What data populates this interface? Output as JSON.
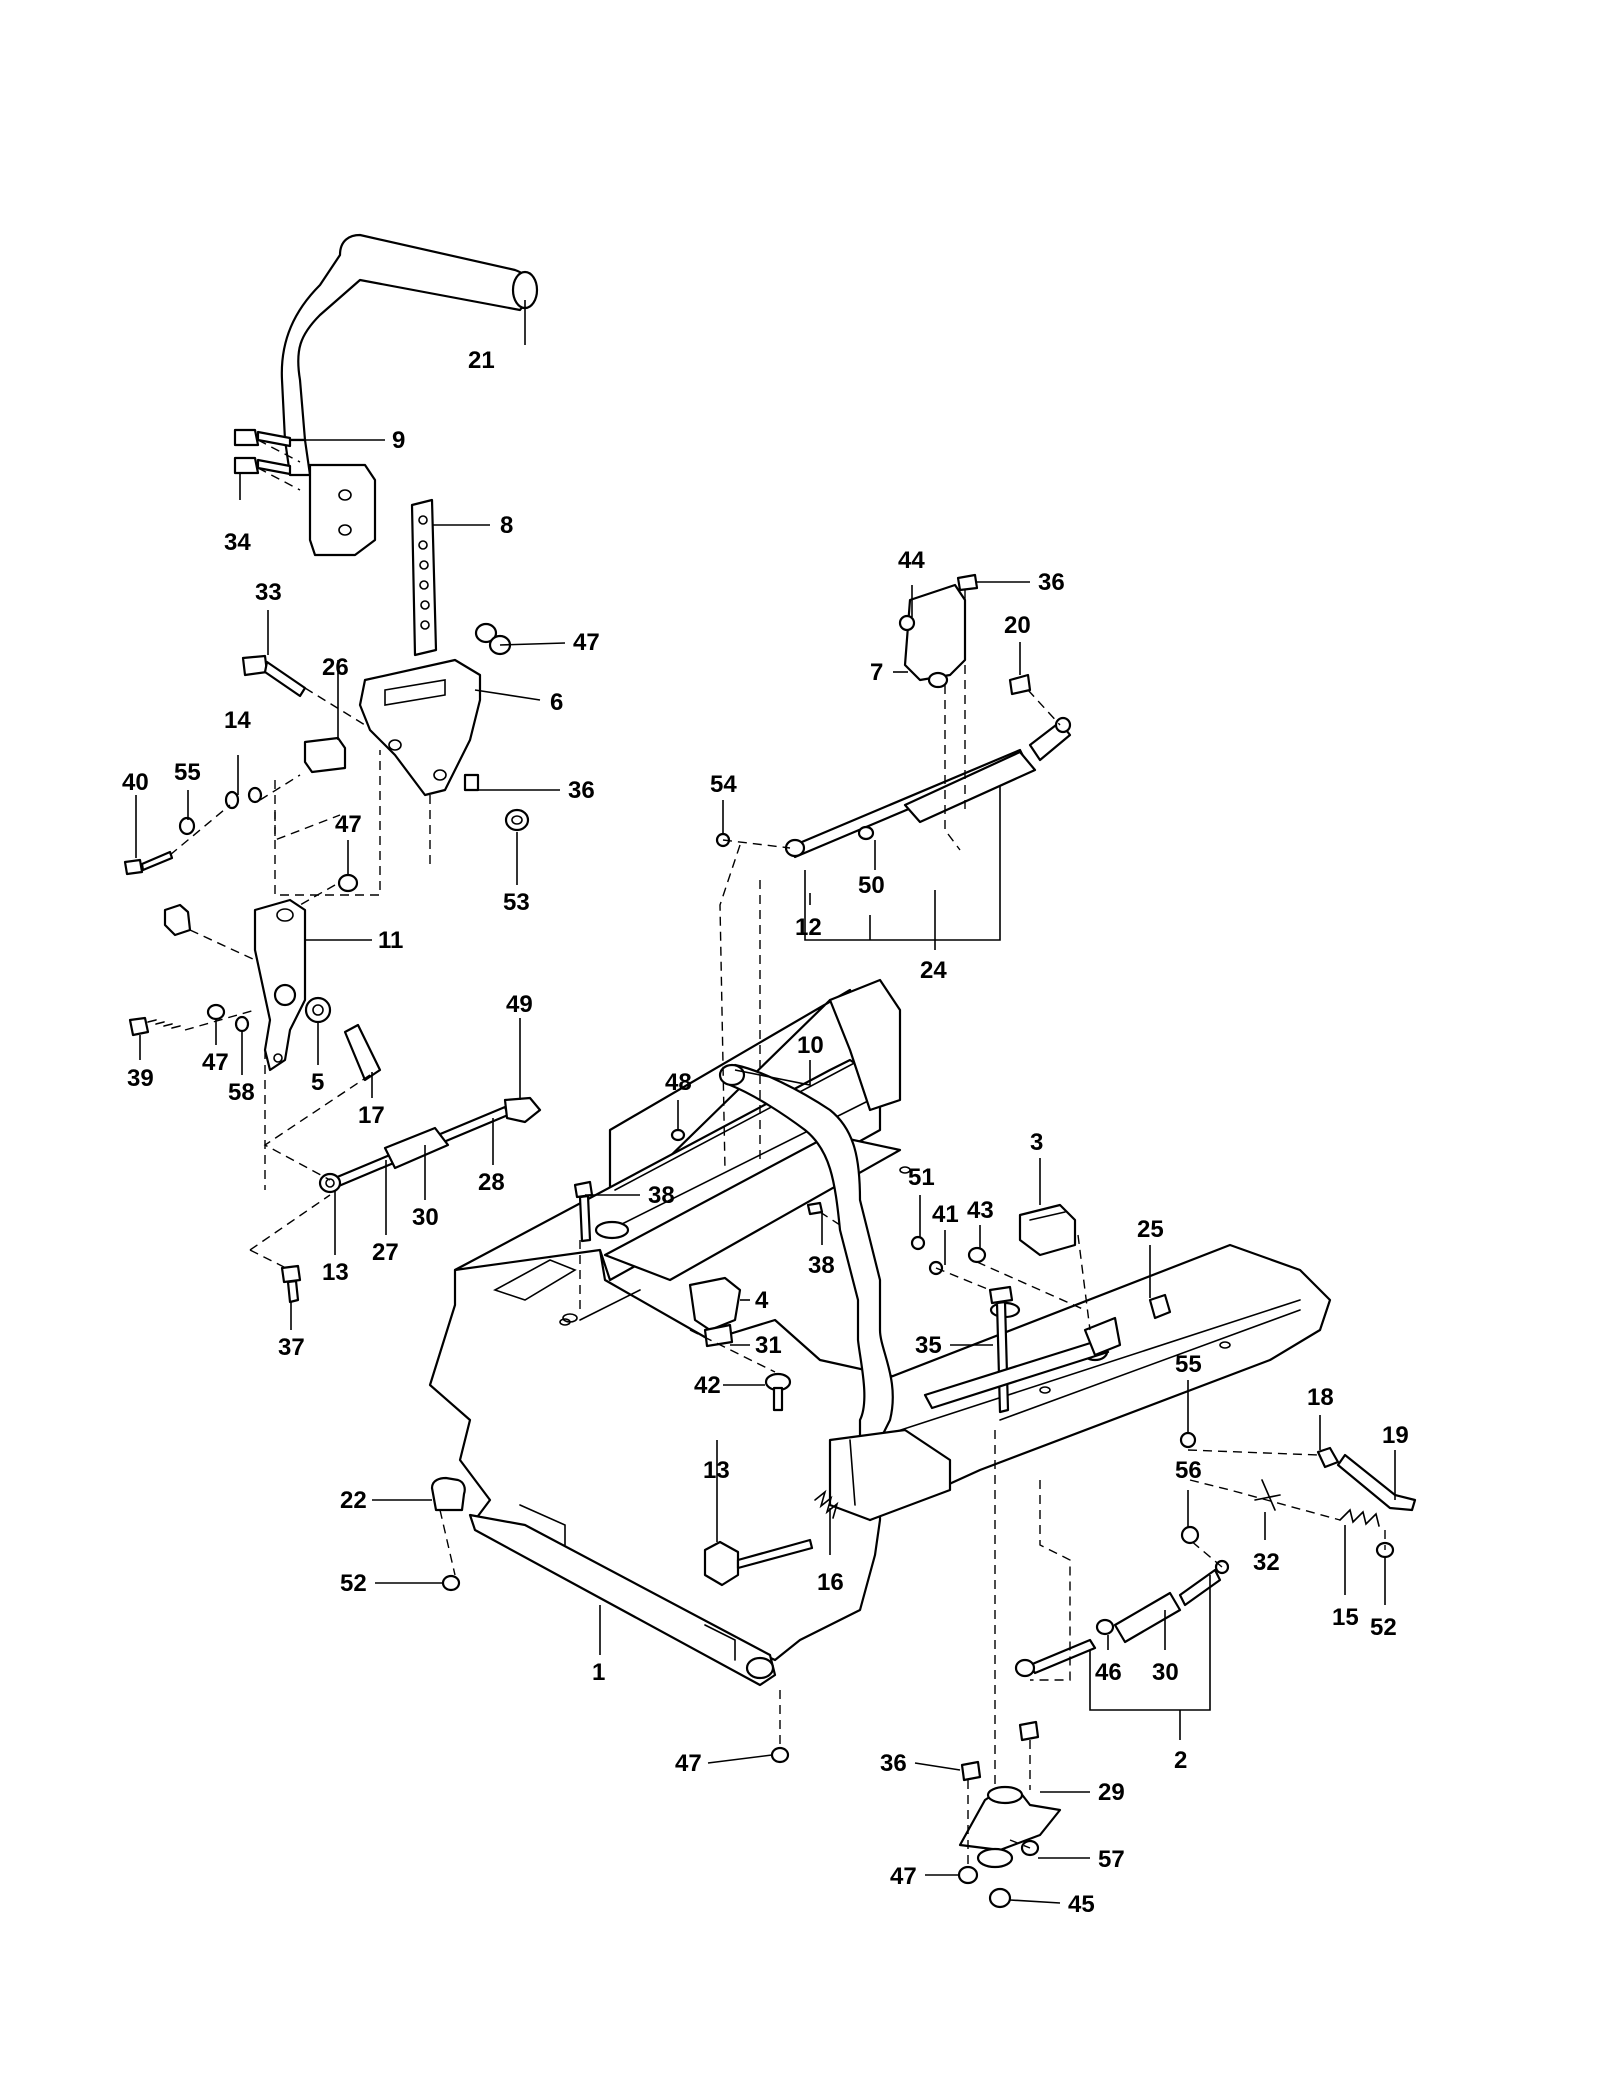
{
  "callouts": [
    {
      "id": "c21a",
      "text": "21"
    },
    {
      "id": "c9",
      "text": "9"
    },
    {
      "id": "c34",
      "text": "34"
    },
    {
      "id": "c8",
      "text": "8"
    },
    {
      "id": "c33",
      "text": "33"
    },
    {
      "id": "c26",
      "text": "26"
    },
    {
      "id": "c47a",
      "text": "47"
    },
    {
      "id": "c6",
      "text": "6"
    },
    {
      "id": "c14",
      "text": "14"
    },
    {
      "id": "c55a",
      "text": "55"
    },
    {
      "id": "c40",
      "text": "40"
    },
    {
      "id": "c36a",
      "text": "36"
    },
    {
      "id": "c47b",
      "text": "47"
    },
    {
      "id": "c53",
      "text": "53"
    },
    {
      "id": "c11",
      "text": "11"
    },
    {
      "id": "c39",
      "text": "39"
    },
    {
      "id": "c47c",
      "text": "47"
    },
    {
      "id": "c58",
      "text": "58"
    },
    {
      "id": "c5",
      "text": "5"
    },
    {
      "id": "c17",
      "text": "17"
    },
    {
      "id": "c49",
      "text": "49"
    },
    {
      "id": "c28",
      "text": "28"
    },
    {
      "id": "c30a",
      "text": "30"
    },
    {
      "id": "c27",
      "text": "27"
    },
    {
      "id": "c13a",
      "text": "13"
    },
    {
      "id": "c37",
      "text": "37"
    },
    {
      "id": "c44",
      "text": "44"
    },
    {
      "id": "c36b",
      "text": "36"
    },
    {
      "id": "c20",
      "text": "20"
    },
    {
      "id": "c7",
      "text": "7"
    },
    {
      "id": "c54",
      "text": "54"
    },
    {
      "id": "c50",
      "text": "50"
    },
    {
      "id": "c12",
      "text": "12"
    },
    {
      "id": "c24",
      "text": "24"
    },
    {
      "id": "c10",
      "text": "10"
    },
    {
      "id": "c48",
      "text": "48"
    },
    {
      "id": "c38a",
      "text": "38"
    },
    {
      "id": "c38b",
      "text": "38"
    },
    {
      "id": "c3",
      "text": "3"
    },
    {
      "id": "c51",
      "text": "51"
    },
    {
      "id": "c41",
      "text": "41"
    },
    {
      "id": "c43",
      "text": "43"
    },
    {
      "id": "c25",
      "text": "25"
    },
    {
      "id": "c4",
      "text": "4"
    },
    {
      "id": "c31",
      "text": "31"
    },
    {
      "id": "c35",
      "text": "35"
    },
    {
      "id": "c42",
      "text": "42"
    },
    {
      "id": "c55b",
      "text": "55"
    },
    {
      "id": "c18",
      "text": "18"
    },
    {
      "id": "c19",
      "text": "19"
    },
    {
      "id": "c22",
      "text": "22"
    },
    {
      "id": "c13b",
      "text": "13"
    },
    {
      "id": "c16",
      "text": "16"
    },
    {
      "id": "c56",
      "text": "56"
    },
    {
      "id": "c32",
      "text": "32"
    },
    {
      "id": "c15",
      "text": "15"
    },
    {
      "id": "c52a",
      "text": "52"
    },
    {
      "id": "c52b",
      "text": "52"
    },
    {
      "id": "c1",
      "text": "1"
    },
    {
      "id": "c46",
      "text": "46"
    },
    {
      "id": "c30b",
      "text": "30"
    },
    {
      "id": "c2",
      "text": "2"
    },
    {
      "id": "c47d",
      "text": "47"
    },
    {
      "id": "c36c",
      "text": "36"
    },
    {
      "id": "c29",
      "text": "29"
    },
    {
      "id": "c57",
      "text": "57"
    },
    {
      "id": "c47e",
      "text": "47"
    },
    {
      "id": "c45",
      "text": "45"
    }
  ]
}
